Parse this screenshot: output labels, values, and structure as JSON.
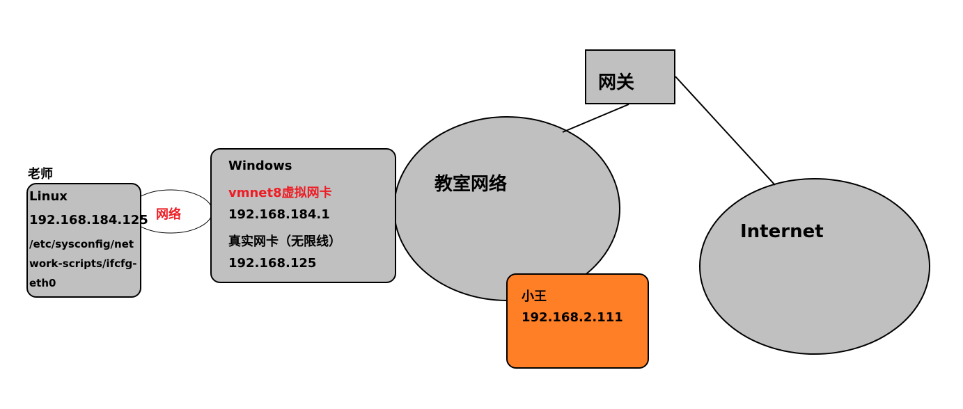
{
  "colors": {
    "node_fill": "#c0c0c0",
    "xiaowang_fill": "#ff7f27",
    "highlight_text": "#ed1c24",
    "stroke": "#000000"
  },
  "teacher": {
    "label": "老师",
    "os": "Linux",
    "ip": "192.168.184.125",
    "config_path_line1": "/etc/sysconfig/net",
    "config_path_line2": "work-scripts/ifcfg-",
    "config_path_line3": "eth0"
  },
  "link": {
    "label": "网络"
  },
  "windows": {
    "title": "Windows",
    "vnic_label": "vmnet8虚拟网卡",
    "vnic_ip": "192.168.184.1",
    "real_nic_label": "真实网卡（无限线）",
    "real_nic_ip": "192.168.125"
  },
  "classroom": {
    "label": "教室网络"
  },
  "gateway": {
    "label": "网关"
  },
  "internet": {
    "label": "Internet"
  },
  "xiaowang": {
    "name": "小王",
    "ip": "192.168.2.111"
  }
}
